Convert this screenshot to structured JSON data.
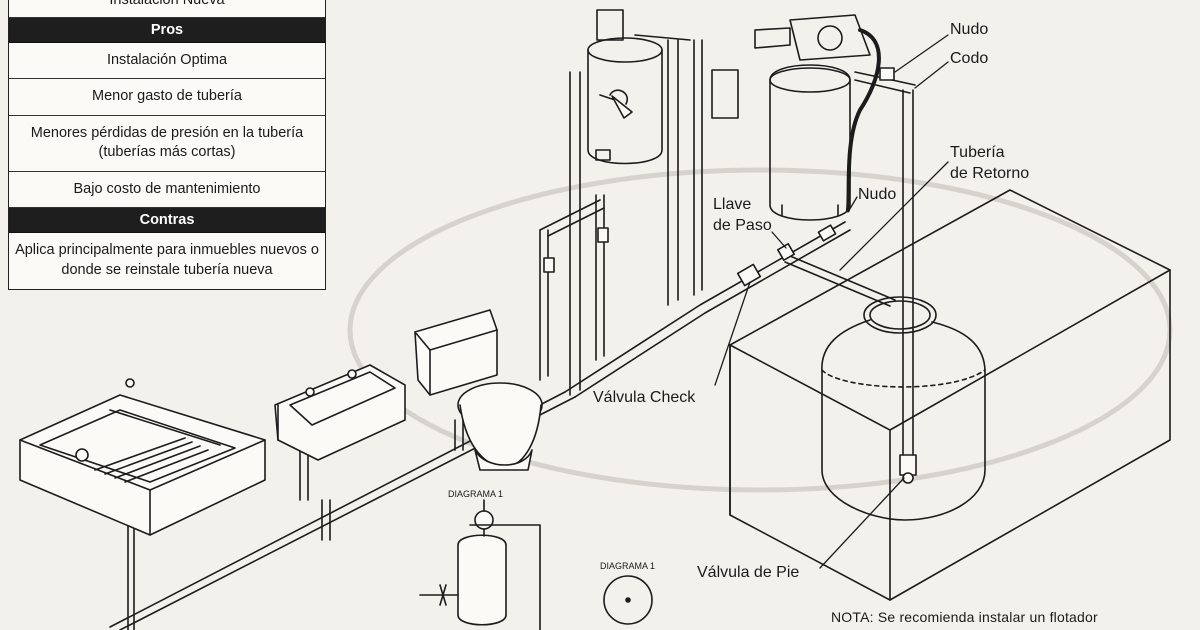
{
  "table": {
    "top_row": "Instalación Nueva",
    "pros_header": "Pros",
    "pros": [
      "Instalación Optima",
      "Menor gasto de tubería",
      "Menores pérdidas de presión en la tubería (tuberías más cortas)",
      "Bajo costo de mantenimiento"
    ],
    "contras_header": "Contras",
    "contras": [
      "Aplica principalmente para inmuebles nuevos o donde se reinstale tubería nueva"
    ]
  },
  "labels": {
    "nudo_top": "Nudo",
    "codo": "Codo",
    "tuberia_retorno_1": "Tubería",
    "tuberia_retorno_2": "de Retorno",
    "nudo_mid": "Nudo",
    "llave_paso_1": "Llave",
    "llave_paso_2": "de Paso",
    "valvula_check": "Válvula Check",
    "valvula_pie": "Válvula de Pie",
    "diagrama_1a": "DIAGRAMA 1",
    "diagrama_1b": "DIAGRAMA 1",
    "nota": "NOTA: Se recomienda instalar un flotador"
  }
}
